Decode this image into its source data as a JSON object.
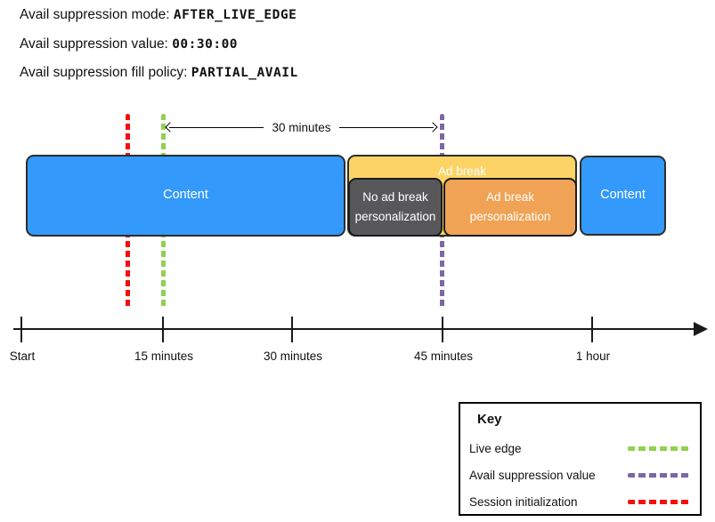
{
  "header": {
    "lines": [
      {
        "label": "Avail suppression mode: ",
        "value": "AFTER_LIVE_EDGE"
      },
      {
        "label": "Avail suppression value: ",
        "value": "00:30:00"
      },
      {
        "label": "Avail suppression fill policy: ",
        "value": "PARTIAL_AVAIL"
      }
    ]
  },
  "diagram": {
    "arrow_label": "30 minutes",
    "blocks": [
      {
        "id": "content-left",
        "label": "Content",
        "color": "#3399fa"
      },
      {
        "id": "ad-break",
        "label": "Ad break",
        "color": "#fbd465"
      },
      {
        "id": "no-ad-break-personalization",
        "label": "No ad break personalization",
        "color": "#58585a"
      },
      {
        "id": "ad-break-personalization",
        "label": "Ad break personalization",
        "color": "#f0a355"
      },
      {
        "id": "content-right",
        "label": "Content",
        "color": "#3399fa"
      }
    ],
    "markers": [
      {
        "id": "session-initialization",
        "color": "#f70d0d"
      },
      {
        "id": "live-edge",
        "color": "#92d050"
      },
      {
        "id": "avail-suppression-value",
        "color": "#7b68a5"
      }
    ]
  },
  "timeline": {
    "ticks": [
      {
        "label": "Start"
      },
      {
        "label": "15 minutes"
      },
      {
        "label": "30 minutes"
      },
      {
        "label": "45 minutes"
      },
      {
        "label": "1 hour"
      }
    ]
  },
  "key": {
    "title": "Key",
    "items": [
      {
        "label": "Live edge",
        "color": "#92d050"
      },
      {
        "label": "Avail suppression value",
        "color": "#7b68a5"
      },
      {
        "label": "Session initialization",
        "color": "#f70d0d"
      }
    ]
  }
}
